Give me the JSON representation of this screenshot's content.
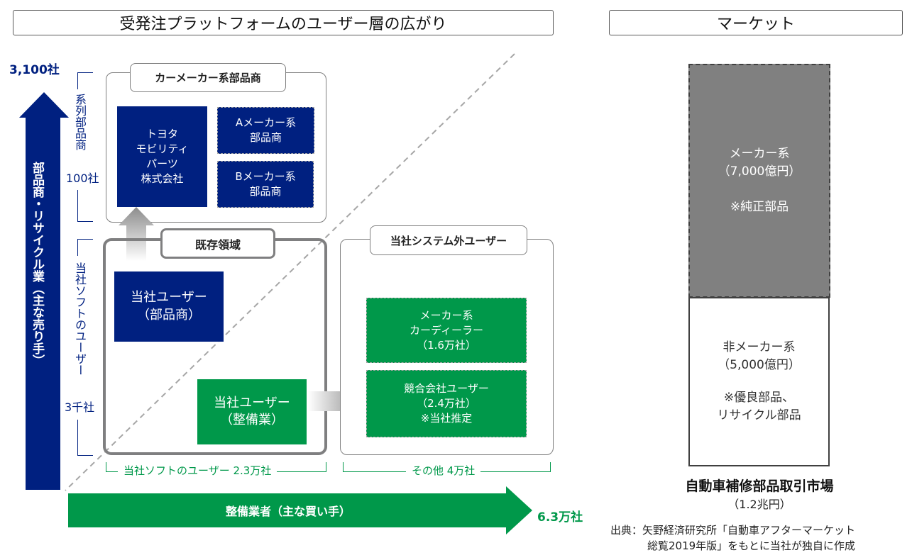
{
  "left_title": "受発注プラットフォームのユーザー層の広がり",
  "right_title": "マーケット",
  "vertical_axis": {
    "total_label": "3,100社",
    "arrow_label": "部品商・リサイクル業（主な売り手）",
    "keiretsu_label": "系列部品商",
    "keiretsu_count": "100社",
    "soft_user_label": "当社ソフトのユーザー",
    "soft_user_count": "3千社",
    "color": "#002080"
  },
  "horizontal_axis": {
    "arrow_label": "整備業者（主な買い手）",
    "total_label": "6.3万社",
    "soft_users_bracket": "当社ソフトのユーザー 2.3万社",
    "others_bracket": "その他 4万社",
    "color": "#00984a"
  },
  "carmaker_group": {
    "tag": "カーメーカー系部品商",
    "boxes": [
      {
        "lines": [
          "トヨタ",
          "モビリティ",
          "パーツ",
          "株式会社"
        ]
      },
      {
        "lines": [
          "Aメーカー系",
          "部品商"
        ]
      },
      {
        "lines": [
          "Bメーカー系",
          "部品商"
        ]
      }
    ]
  },
  "existing_group": {
    "tag": "既存領域",
    "parts_user": [
      "当社ユーザー",
      "（部品商）"
    ],
    "repair_user": [
      "当社ユーザー",
      "（整備業）"
    ]
  },
  "outside_group": {
    "tag": "当社システム外ユーザー",
    "dealer": [
      "メーカー系",
      "カーディーラー",
      "（1.6万社）"
    ],
    "competitor": [
      "競合会社ユーザー",
      "（2.4万社）",
      "※当社推定"
    ]
  },
  "market": {
    "maker": {
      "lines": [
        "メーカー系",
        "（7,000億円）",
        "",
        "※純正部品"
      ],
      "value_oku_yen": 7000
    },
    "non_maker": {
      "lines": [
        "非メーカー系",
        "（5,000億円）",
        "",
        "※優良部品、",
        "リサイクル部品"
      ],
      "value_oku_yen": 5000
    },
    "caption": "自動車補修部品取引市場",
    "total": "（1.2兆円）",
    "source_line1": "出典：矢野経済研究所「自動車アフターマーケット",
    "source_line2": "総覧2019年版」をもとに当社が独自に作成"
  }
}
